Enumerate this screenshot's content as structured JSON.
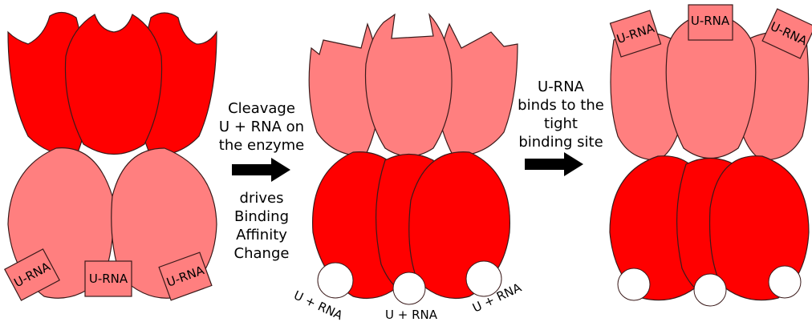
{
  "colors": {
    "dark_red": "#ff0000",
    "light_red": "#ff7f7f",
    "outline": "#3a1a1a",
    "arrow": "#000000"
  },
  "panel1": {
    "box_labels": [
      "U-RNA",
      "U-RNA",
      "U-RNA"
    ]
  },
  "step1": {
    "caption_top": [
      "Cleavage",
      "U + RNA on",
      "the enzyme"
    ],
    "caption_bottom": [
      "drives",
      "Binding",
      "Affinity",
      "Change"
    ]
  },
  "panel2": {
    "product_labels": [
      "U + RNA",
      "U + RNA",
      "U + RNA"
    ]
  },
  "step2": {
    "caption_top": [
      "U-RNA",
      "binds to the",
      "tight",
      "binding site"
    ]
  },
  "panel3": {
    "box_labels": [
      "U-RNA",
      "U-RNA",
      "U-RNA"
    ]
  },
  "icons": [
    "right-arrow-icon",
    "right-arrow-icon"
  ]
}
